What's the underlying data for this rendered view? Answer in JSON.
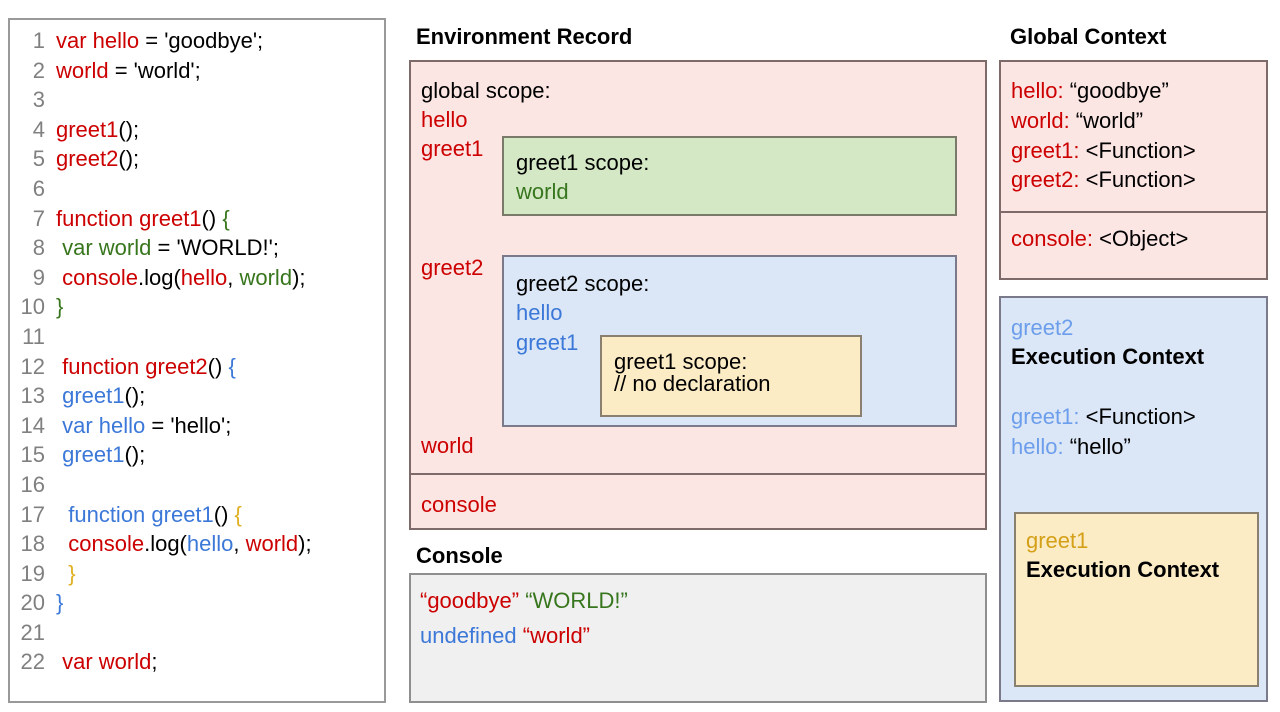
{
  "code_panel": {
    "lines": [
      {
        "n": "1",
        "tokens": [
          {
            "t": "var hello",
            "c": "red"
          },
          {
            "t": " = 'goodbye';",
            "c": "black"
          }
        ]
      },
      {
        "n": "2",
        "tokens": [
          {
            "t": "world",
            "c": "red"
          },
          {
            "t": " = 'world';",
            "c": "black"
          }
        ]
      },
      {
        "n": "3",
        "tokens": []
      },
      {
        "n": "4",
        "tokens": [
          {
            "t": "greet1",
            "c": "red"
          },
          {
            "t": "();",
            "c": "black"
          }
        ]
      },
      {
        "n": "5",
        "tokens": [
          {
            "t": "greet2",
            "c": "red"
          },
          {
            "t": "();",
            "c": "black"
          }
        ]
      },
      {
        "n": "6",
        "tokens": []
      },
      {
        "n": "7",
        "tokens": [
          {
            "t": "function greet1",
            "c": "red"
          },
          {
            "t": "() ",
            "c": "black"
          },
          {
            "t": "{",
            "c": "green"
          }
        ]
      },
      {
        "n": "8",
        "tokens": [
          {
            "t": " ",
            "c": "black"
          },
          {
            "t": "var world",
            "c": "green"
          },
          {
            "t": " = 'WORLD!';",
            "c": "black"
          }
        ]
      },
      {
        "n": "9",
        "tokens": [
          {
            "t": " ",
            "c": "black"
          },
          {
            "t": "console",
            "c": "red"
          },
          {
            "t": ".log(",
            "c": "black"
          },
          {
            "t": "hello",
            "c": "red"
          },
          {
            "t": ", ",
            "c": "black"
          },
          {
            "t": "world",
            "c": "green"
          },
          {
            "t": ");",
            "c": "black"
          }
        ]
      },
      {
        "n": "10",
        "tokens": [
          {
            "t": "}",
            "c": "green"
          }
        ]
      },
      {
        "n": "11",
        "tokens": []
      },
      {
        "n": "12",
        "tokens": [
          {
            "t": " ",
            "c": "black"
          },
          {
            "t": "function greet2",
            "c": "red"
          },
          {
            "t": "() ",
            "c": "black"
          },
          {
            "t": "{",
            "c": "blue"
          }
        ]
      },
      {
        "n": "13",
        "tokens": [
          {
            "t": " ",
            "c": "black"
          },
          {
            "t": "greet1",
            "c": "blue"
          },
          {
            "t": "();",
            "c": "black"
          }
        ]
      },
      {
        "n": "14",
        "tokens": [
          {
            "t": " ",
            "c": "black"
          },
          {
            "t": "var hello",
            "c": "blue"
          },
          {
            "t": " = 'hello';",
            "c": "black"
          }
        ]
      },
      {
        "n": "15",
        "tokens": [
          {
            "t": " ",
            "c": "black"
          },
          {
            "t": "greet1",
            "c": "blue"
          },
          {
            "t": "();",
            "c": "black"
          }
        ]
      },
      {
        "n": "16",
        "tokens": []
      },
      {
        "n": "17",
        "tokens": [
          {
            "t": "  ",
            "c": "black"
          },
          {
            "t": "function greet1",
            "c": "blue"
          },
          {
            "t": "() ",
            "c": "black"
          },
          {
            "t": "{",
            "c": "gold"
          }
        ]
      },
      {
        "n": "18",
        "tokens": [
          {
            "t": "  ",
            "c": "black"
          },
          {
            "t": "console",
            "c": "red"
          },
          {
            "t": ".log(",
            "c": "black"
          },
          {
            "t": "hello",
            "c": "blue"
          },
          {
            "t": ", ",
            "c": "black"
          },
          {
            "t": "world",
            "c": "red"
          },
          {
            "t": ");",
            "c": "black"
          }
        ]
      },
      {
        "n": "19",
        "tokens": [
          {
            "t": "  ",
            "c": "black"
          },
          {
            "t": "}",
            "c": "gold"
          }
        ]
      },
      {
        "n": "20",
        "tokens": [
          {
            "t": "}",
            "c": "blue"
          }
        ]
      },
      {
        "n": "21",
        "tokens": []
      },
      {
        "n": "22",
        "tokens": [
          {
            "t": " ",
            "c": "black"
          },
          {
            "t": "var world",
            "c": "red"
          },
          {
            "t": ";",
            "c": "black"
          }
        ]
      }
    ]
  },
  "environment_record": {
    "heading": "Environment Record",
    "global_scope_label": "global scope:",
    "bindings": [
      "hello",
      "greet1",
      "greet2",
      "world"
    ],
    "console_binding": "console",
    "greet1_scope": {
      "title": "greet1 scope:",
      "bindings": [
        "world"
      ]
    },
    "greet2_scope": {
      "title": "greet2 scope:",
      "bindings": [
        "hello",
        "greet1"
      ],
      "greet1_scope": {
        "title": "greet1 scope:",
        "note": "// no declaration"
      }
    }
  },
  "console": {
    "heading": "Console",
    "lines": [
      [
        {
          "t": "“goodbye”",
          "c": "red"
        },
        {
          "t": " ",
          "c": "black"
        },
        {
          "t": "“WORLD!”",
          "c": "green"
        }
      ],
      [
        {
          "t": "undefined",
          "c": "blue"
        },
        {
          "t": " ",
          "c": "black"
        },
        {
          "t": "“world”",
          "c": "red"
        }
      ]
    ]
  },
  "global_context": {
    "heading": "Global Context",
    "entries": [
      {
        "key": "hello:",
        "value": "“goodbye”"
      },
      {
        "key": "world:",
        "value": "“world”"
      },
      {
        "key": "greet1:",
        "value": "<Function>"
      },
      {
        "key": "greet2:",
        "value": "<Function>"
      }
    ],
    "console_entry": {
      "key": "console:",
      "value": "<Object>"
    }
  },
  "greet2_execution_context": {
    "name": "greet2",
    "title": "Execution Context",
    "entries": [
      {
        "key": "greet1:",
        "value": "<Function>"
      },
      {
        "key": "hello:",
        "value": "“hello”"
      }
    ],
    "greet1_execution_context": {
      "name": "greet1",
      "title": "Execution Context"
    }
  },
  "colors": {
    "red": "#cc0000",
    "green": "#38761d",
    "blue": "#3c78d8",
    "gold": "#e0b020",
    "pink_bg": "#fce6e4",
    "green_bg": "#d4e8c6",
    "blue_bg": "#dbe7f7",
    "yellow_bg": "#fcecc6",
    "console_bg": "#f0f0f0"
  }
}
